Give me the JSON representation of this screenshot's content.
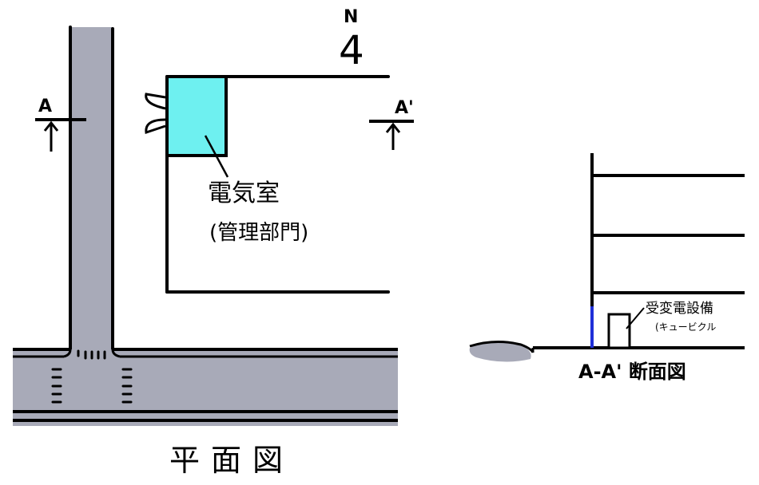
{
  "plan": {
    "title": "平面図",
    "north_letter": "N",
    "north_mark": "4",
    "room_label": "電気室",
    "room_sublabel": "(管理部門)",
    "section_mark_left": "A",
    "section_mark_right": "A'"
  },
  "section": {
    "title": "A-A' 断面図",
    "equipment_label": "受変電設備",
    "equipment_sublabel": "(キュービクル"
  },
  "colors": {
    "road": "#a8aab8",
    "room_fill": "#6ef0f0",
    "ink": "#000000",
    "wall_highlight": "#1f2fd8"
  }
}
